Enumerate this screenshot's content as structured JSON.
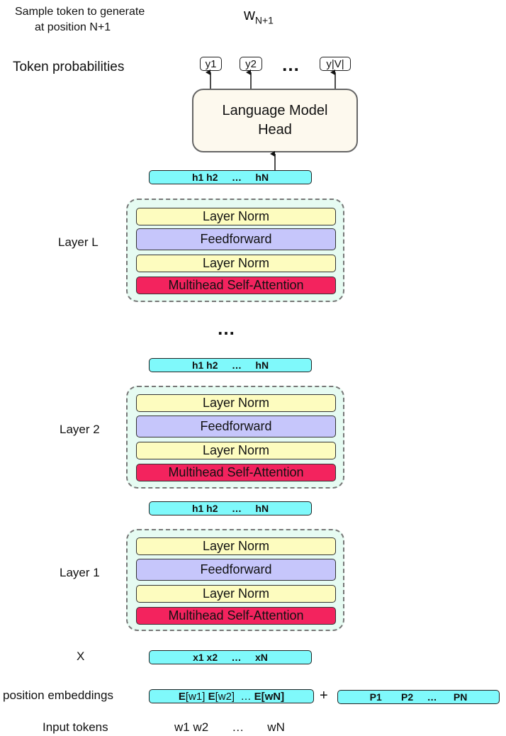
{
  "top": {
    "sample_label_line1": "Sample token to generate",
    "sample_label_line2": "at position N+1",
    "output_token_main": "w",
    "output_token_sub": "N+1",
    "token_prob_label": "Token probabilities",
    "tokens": [
      "y1",
      "y2",
      "y|V|"
    ],
    "token_dots": "…"
  },
  "head": {
    "line1": "Language Model",
    "line2": "Head"
  },
  "hidden_bar": "h1 h2     …     hN",
  "layers": [
    {
      "label": "Layer  L",
      "norm1": "Layer Norm",
      "ff": "Feedforward",
      "norm2": "Layer Norm",
      "attn": "Multihead Self-Attention"
    },
    {
      "label": "Layer 2",
      "norm1": "Layer Norm",
      "ff": "Feedforward",
      "norm2": "Layer Norm",
      "attn": "Multihead Self-Attention"
    },
    {
      "label": "Layer 1",
      "norm1": "Layer Norm",
      "ff": "Feedforward",
      "norm2": "Layer Norm",
      "attn": "Multihead Self-Attention"
    }
  ],
  "layer_dots": "…",
  "input": {
    "x_label": "X",
    "x_bar": "x1 x2     …     xN",
    "pos_label": "position embeddings",
    "emb_parts": [
      {
        "bold": "E",
        "plain": "[w1] "
      },
      {
        "bold": "E",
        "plain": "[w2]  … "
      },
      {
        "bold": "E[wN]",
        "plain": ""
      }
    ],
    "plus": "+",
    "p_bar": "P1       P2     …      PN",
    "tokens_label": "Input tokens",
    "tokens_text": "w1 w2       …       wN"
  }
}
